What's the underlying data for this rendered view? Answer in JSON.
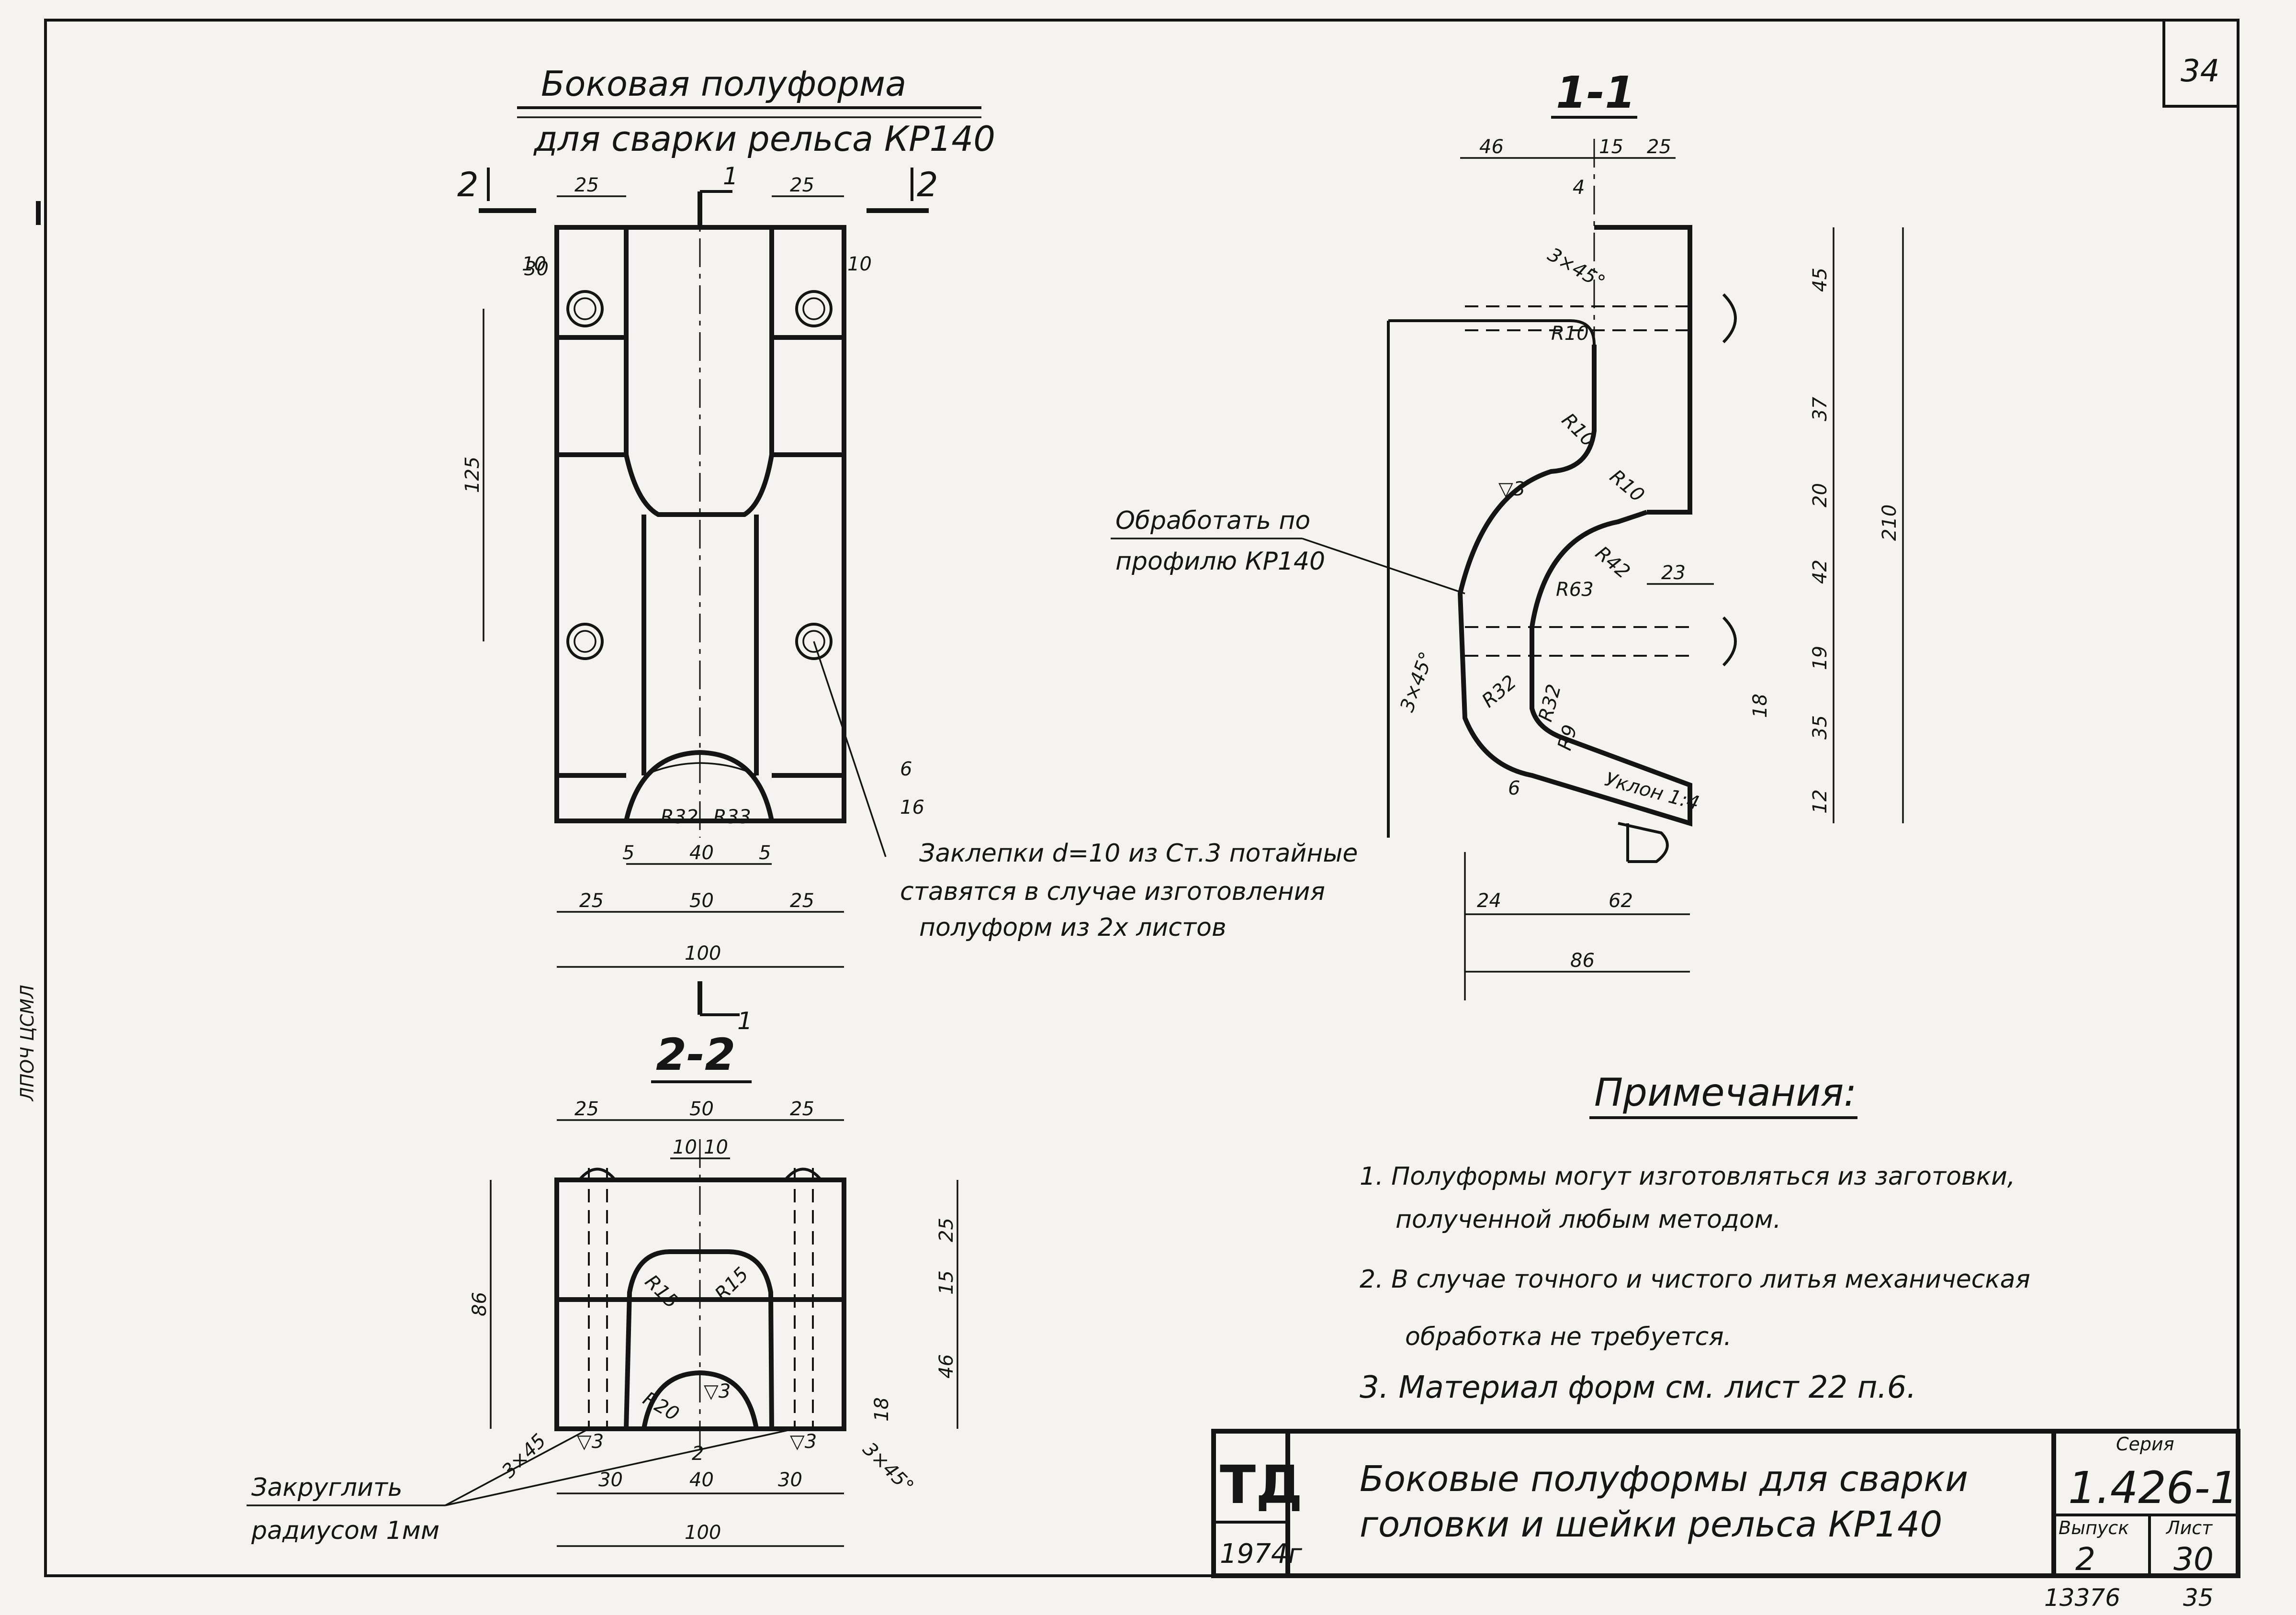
{
  "page_number": "34",
  "side_view": {
    "title_line1": "Боковая полуформа",
    "title_line2": "для сварки рельса КР140",
    "section_mark_2": "2",
    "section_mark_1": "1",
    "dims": {
      "top_left": "25",
      "top_right": "25",
      "d30": "30",
      "d10a": "10",
      "d10b": "10",
      "d125": "125",
      "d6": "6",
      "d16": "16",
      "d5a": "5",
      "d40": "40",
      "d5b": "5",
      "b25a": "25",
      "b50": "50",
      "b25b": "25",
      "b100": "100",
      "r32": "R32",
      "r33": "R33"
    },
    "rivets_line1": "Заклепки d=10 из Ст.3 потайные",
    "rivets_line2": "ставятся в случае изготовления",
    "rivets_line3": "полуформ из 2х листов"
  },
  "section_1_1": {
    "label": "1-1",
    "dims": {
      "d46": "46",
      "d15": "15",
      "d25": "25",
      "d4": "4",
      "ch1": "3×45°",
      "r10a": "R10",
      "r10b": "R10",
      "r10c": "R10",
      "v3": "▽3",
      "r42": "R42",
      "r63": "R63",
      "d23": "23",
      "ch2": "3×45°",
      "r32a": "R32",
      "r32b": "R32",
      "r9": "R9",
      "d6": "6",
      "slope": "Уклон 1:4",
      "d18": "18",
      "d24": "24",
      "d62": "62",
      "d86": "86",
      "v45": "45",
      "v37": "37",
      "v20": "20",
      "v42": "42",
      "v19": "19",
      "v35": "35",
      "v12": "12",
      "v210": "210"
    },
    "machine_line1": "Обработать по",
    "machine_line2": "профилю КР140"
  },
  "section_2_2": {
    "label": "2-2",
    "dims": {
      "t25a": "25",
      "t50": "50",
      "t25b": "25",
      "t10a": "10",
      "t10b": "10",
      "r15a": "R15",
      "r15b": "R15",
      "r20": "R20",
      "v3a": "▽3",
      "v3b": "▽3",
      "v3c": "▽3",
      "h86": "86",
      "h25": "25",
      "h15": "15",
      "h46": "46",
      "h18": "18",
      "b30a": "30",
      "b40": "40",
      "b30b": "30",
      "b100": "100",
      "ch1": "3×45",
      "ch2": "3×45°",
      "d2": "2"
    },
    "round_line1": "Закруглить",
    "round_line2": "радиусом 1мм"
  },
  "notes": {
    "heading": "Примечания:",
    "n1a": "1. Полуформы могут изготовляться из заготовки,",
    "n1b": "полученной любым методом.",
    "n2a": "2. В случае точного и чистого литья механическая",
    "n2b": "обработка не требуется.",
    "n3": "3. Материал форм см. лист 22 п.6."
  },
  "title_block": {
    "org": "ТД",
    "year": "1974г",
    "title_line1": "Боковые полуформы для сварки",
    "title_line2": "головки и шейки рельса КР140",
    "series_label": "Серия",
    "series": "1.426-1",
    "issue_label": "Выпуск",
    "issue": "2",
    "sheet_label": "Лист",
    "sheet": "30"
  },
  "footer": {
    "inv": "13376",
    "page": "35"
  },
  "margin_text": "ЛПОЧ ЦСМЛ"
}
